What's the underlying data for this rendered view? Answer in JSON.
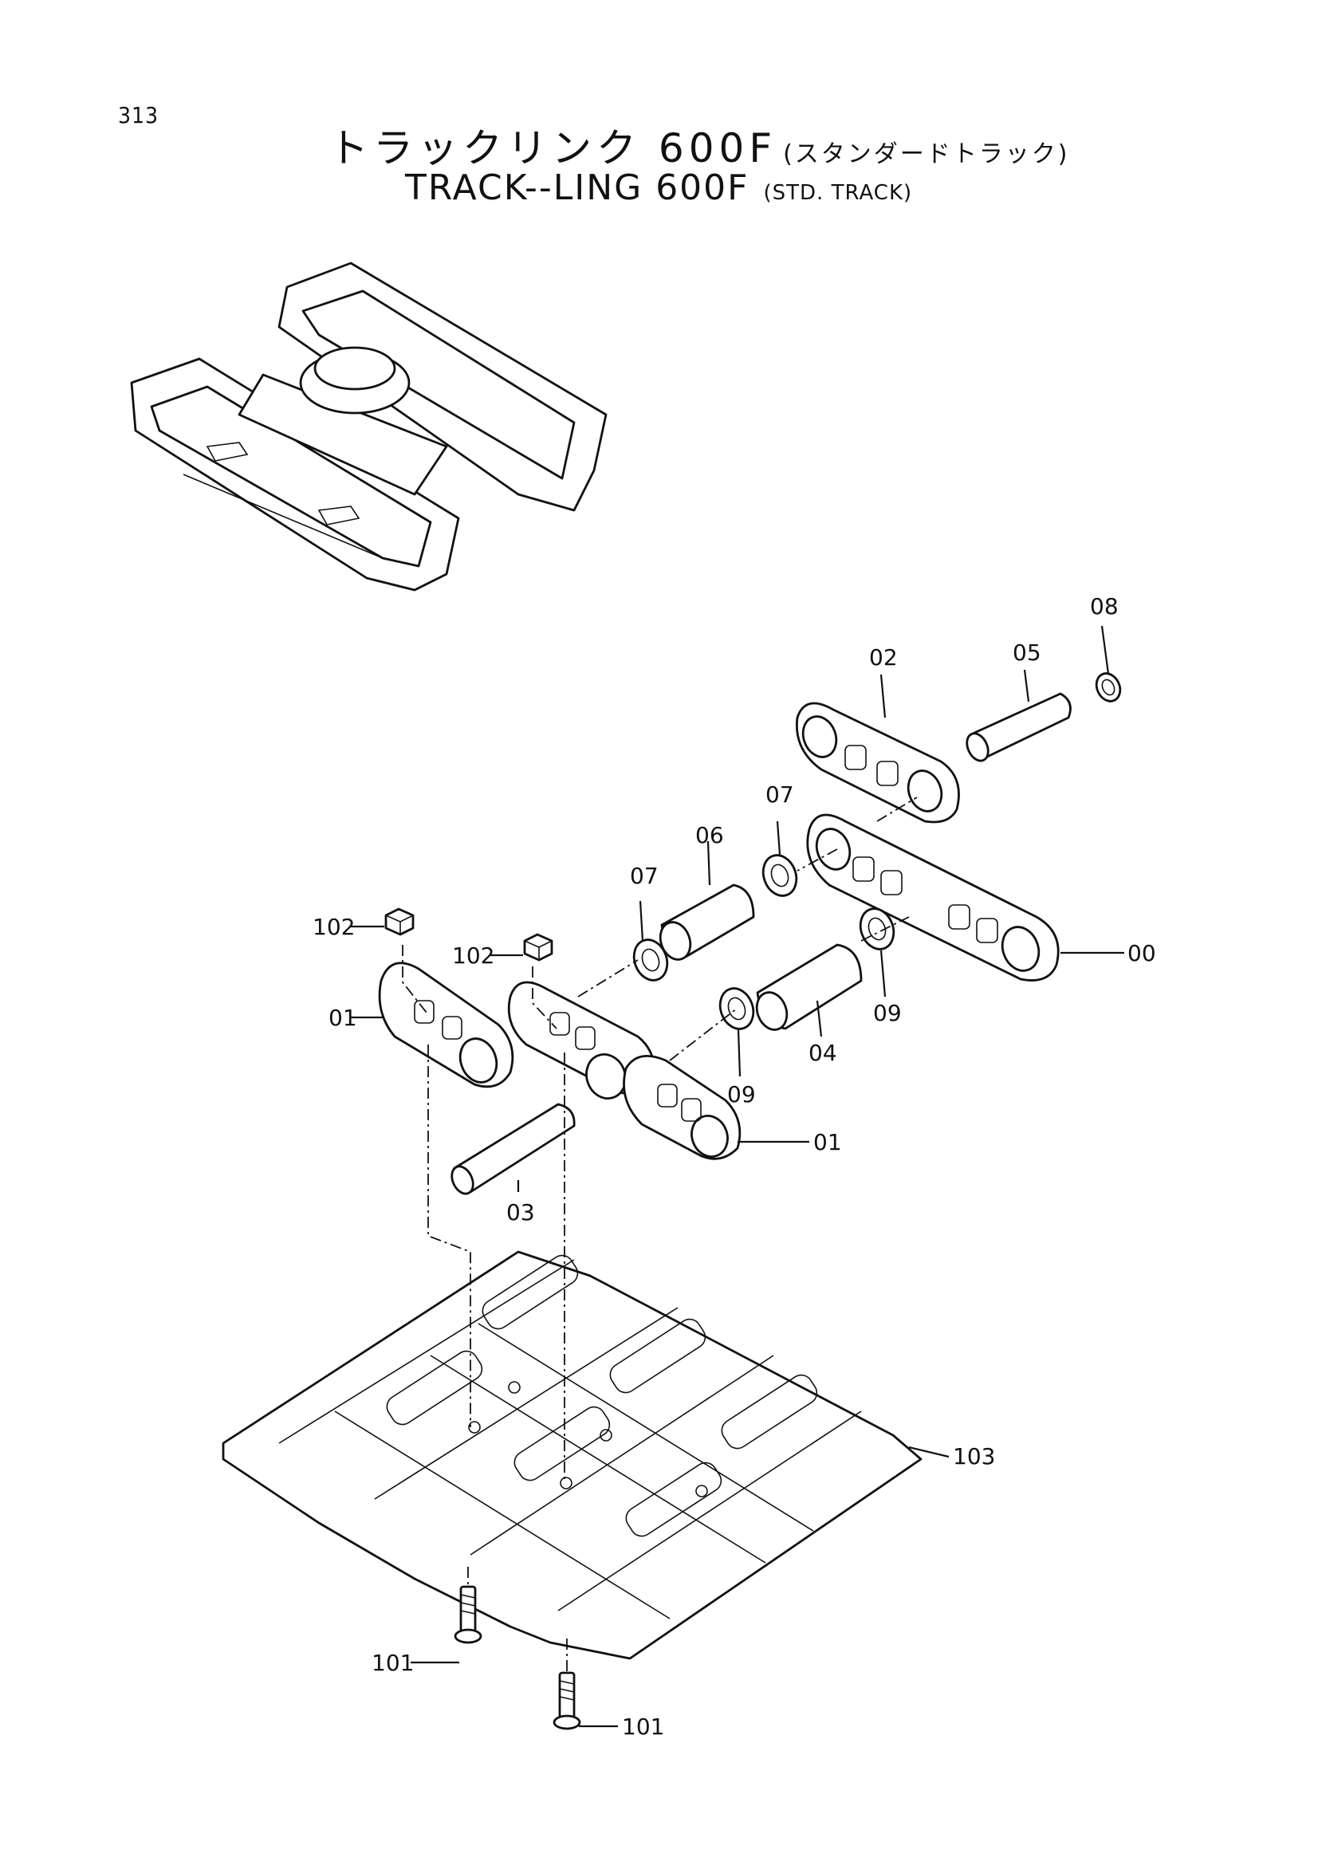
{
  "page_number": "313",
  "title_jp": "トラックリンク 600F",
  "title_jp_sub": "(スタンダードトラック)",
  "title_en": "TRACK--LING 600F",
  "title_en_sub": "(STD. TRACK)",
  "callouts": {
    "c08": "08",
    "c05": "05",
    "c02": "02",
    "c07a": "07",
    "c06": "06",
    "c07b": "07",
    "c00": "00",
    "c09a": "09",
    "c102a": "102",
    "c102b": "102",
    "c01a": "01",
    "c04": "04",
    "c09b": "09",
    "c01b": "01",
    "c03": "03",
    "c103": "103",
    "c101a": "101",
    "c101b": "101"
  }
}
